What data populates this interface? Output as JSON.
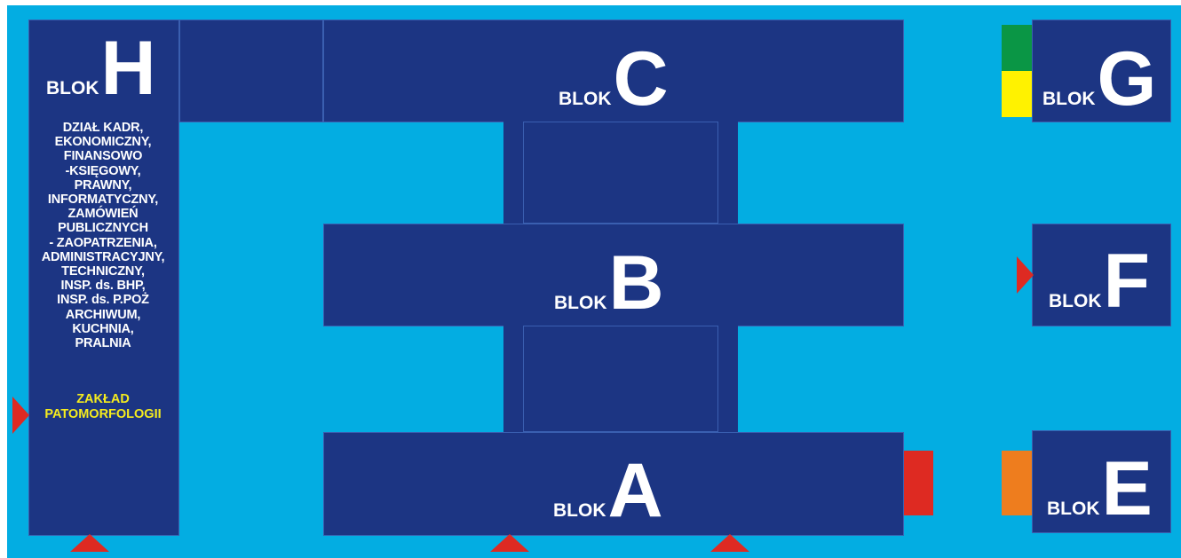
{
  "blocks": {
    "prefix": "BLOK",
    "h": "H",
    "c": "C",
    "b": "B",
    "a": "A",
    "g": "G",
    "f": "F",
    "e": "E"
  },
  "block_h_departments": [
    "DZIAŁ KADR,",
    "EKONOMICZNY,",
    "FINANSOWO",
    "-KSIĘGOWY,",
    "PRAWNY,",
    "INFORMATYCZNY,",
    "ZAMÓWIEŃ",
    "PUBLICZNYCH",
    "- ZAOPATRZENIA,",
    "ADMINISTRACYJNY,",
    "TECHNICZNY,",
    "INSP. ds. BHP,",
    "INSP. ds. P.POŻ",
    "ARCHIWUM,",
    "KUCHNIA,",
    "PRALNIA"
  ],
  "block_h_highlight": [
    "ZAKŁAD",
    "PATOMORFOLOGII"
  ],
  "colors": {
    "background": "#03ADE2",
    "building": "#1C3583",
    "entrance_marker": "#DE2A22",
    "highlight_text": "#F5EC1E",
    "marker_green": "#0A9645",
    "marker_yellow": "#FFF200",
    "marker_orange": "#EE7D1E",
    "marker_red": "#DE2A22"
  }
}
